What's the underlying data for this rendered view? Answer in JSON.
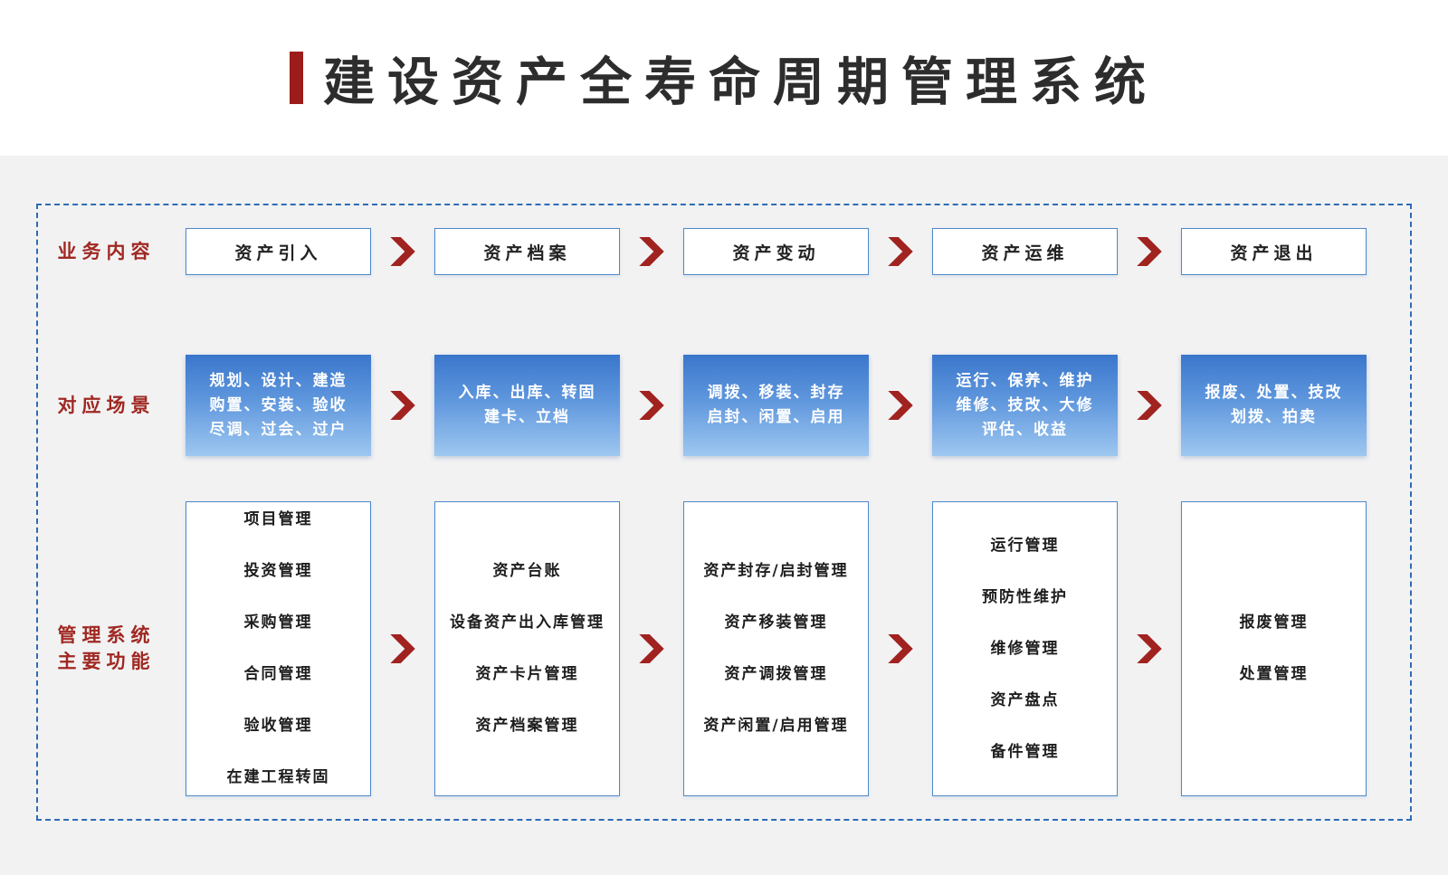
{
  "title": {
    "text": "建设资产全寿命周期管理系统"
  },
  "row_labels": {
    "business": "业务内容",
    "scenario": "对应场景",
    "functions_line1": "管理系统",
    "functions_line2": "主要功能"
  },
  "columns": [
    {
      "business": "资产引入",
      "scenario_lines": [
        "规划、设计、建造",
        "购置、安装、验收",
        "尽调、过会、过户"
      ],
      "functions": [
        "项目管理",
        "投资管理",
        "采购管理",
        "合同管理",
        "验收管理",
        "在建工程转固"
      ]
    },
    {
      "business": "资产档案",
      "scenario_lines": [
        "入库、出库、转固",
        "建卡、立档"
      ],
      "functions": [
        "资产台账",
        "设备资产出入库管理",
        "资产卡片管理",
        "资产档案管理"
      ]
    },
    {
      "business": "资产变动",
      "scenario_lines": [
        "调拨、移装、封存",
        "启封、闲置、启用"
      ],
      "functions": [
        "资产封存/启封管理",
        "资产移装管理",
        "资产调拨管理",
        "资产闲置/启用管理"
      ]
    },
    {
      "business": "资产运维",
      "scenario_lines": [
        "运行、保养、维护",
        "维修、技改、大修",
        "评估、收益"
      ],
      "functions": [
        "运行管理",
        "预防性维护",
        "维修管理",
        "资产盘点",
        "备件管理"
      ]
    },
    {
      "business": "资产退出",
      "scenario_lines": [
        "报废、处置、技改",
        "划拨、拍卖"
      ],
      "functions": [
        "报废管理",
        "处置管理"
      ]
    }
  ],
  "colors": {
    "accent_red": "#9c1b1b",
    "label_red": "#a02822",
    "arrow_red": "#a02320",
    "box_border_blue": "#4d88ca",
    "blue_gradient_top": "#3a76cc",
    "blue_gradient_bottom": "#9ec7f0",
    "dashed_border_blue": "#2e6cb5",
    "canvas_background": "#f2f2f3"
  }
}
